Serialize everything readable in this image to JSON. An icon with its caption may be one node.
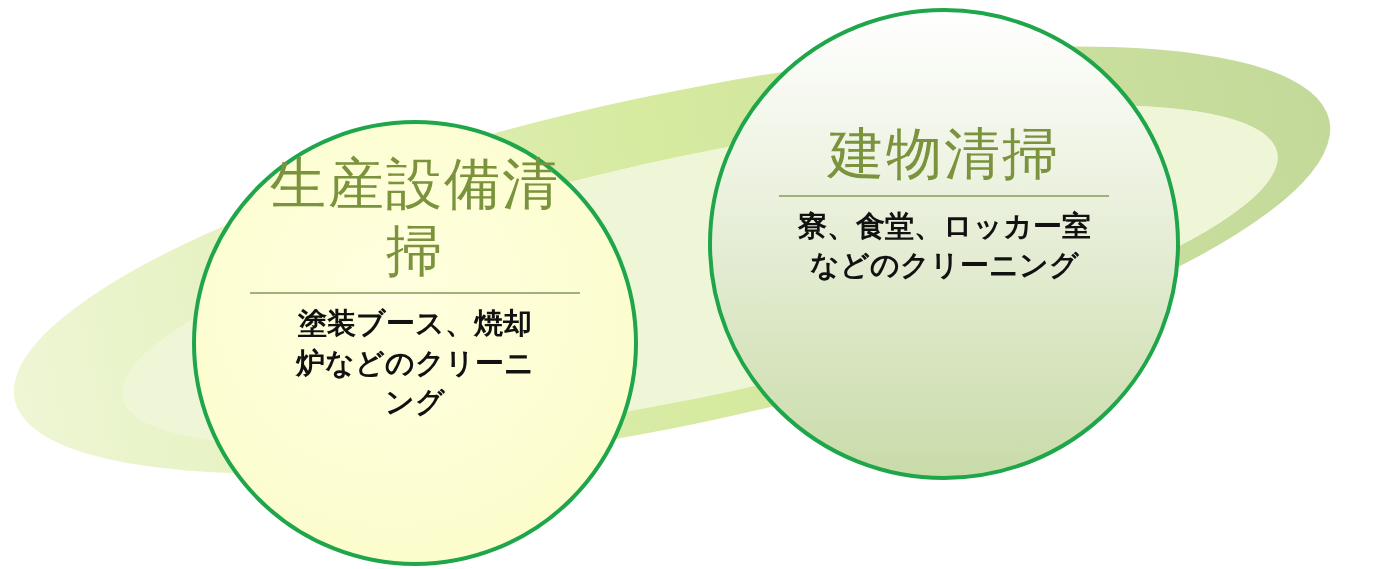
{
  "diagram": {
    "nodes": [
      {
        "text": [
          "生産設備清掃",
          "塗装ブース、焼却炉などのクリーニング"
        ]
      },
      {
        "text": [
          "建物清掃",
          "寮、食堂、ロッカー室などのクリーニング"
        ]
      }
    ]
  }
}
